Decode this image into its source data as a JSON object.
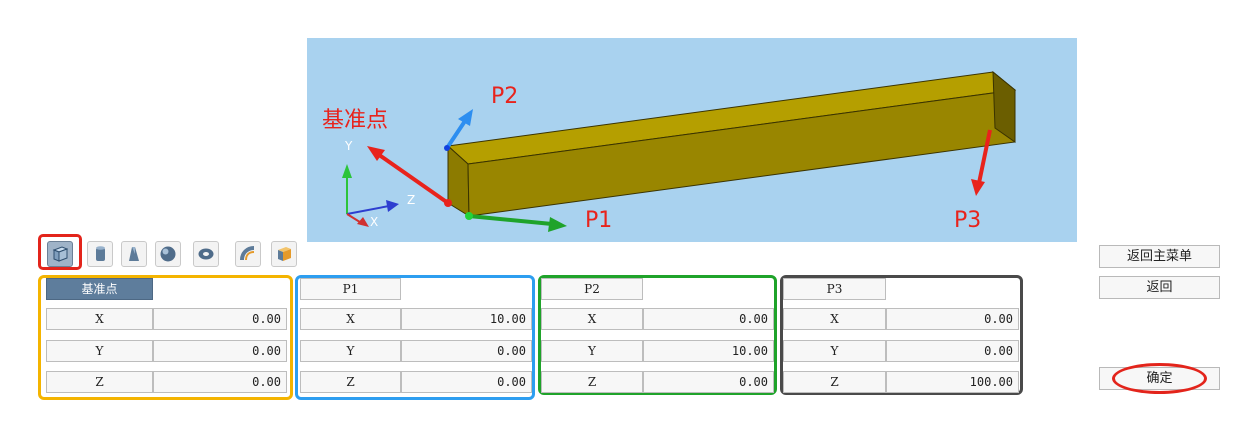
{
  "viewport": {
    "labels": {
      "base_point": "基准点",
      "p1": "P1",
      "p2": "P2",
      "p3": "P3"
    },
    "axes": {
      "x": "X",
      "y": "Y",
      "z": "Z"
    },
    "colors": {
      "background": "#a9d2ef",
      "beam": "#9c8a00",
      "annotation": "#e8231c"
    }
  },
  "toolbar": {
    "icons": [
      "box-icon",
      "cylinder-icon",
      "wedge-icon",
      "sphere-icon",
      "torus-icon",
      "pipe-icon",
      "cube-shaded-icon"
    ],
    "selected_index": 0
  },
  "groups": [
    {
      "header": "基准点",
      "rows": [
        {
          "label": "X",
          "value": "0.00"
        },
        {
          "label": "Y",
          "value": "0.00"
        },
        {
          "label": "Z",
          "value": "0.00"
        }
      ],
      "frame_color": "#f4b400"
    },
    {
      "header": "P1",
      "rows": [
        {
          "label": "X",
          "value": "10.00"
        },
        {
          "label": "Y",
          "value": "0.00"
        },
        {
          "label": "Z",
          "value": "0.00"
        }
      ],
      "frame_color": "#2d9ef0"
    },
    {
      "header": "P2",
      "rows": [
        {
          "label": "X",
          "value": "0.00"
        },
        {
          "label": "Y",
          "value": "10.00"
        },
        {
          "label": "Z",
          "value": "0.00"
        }
      ],
      "frame_color": "#1fa32a"
    },
    {
      "header": "P3",
      "rows": [
        {
          "label": "X",
          "value": "0.00"
        },
        {
          "label": "Y",
          "value": "0.00"
        },
        {
          "label": "Z",
          "value": "100.00"
        }
      ],
      "frame_color": "#4a4a4a"
    }
  ],
  "side_buttons": {
    "main_menu": "返回主菜单",
    "back": "返回",
    "confirm": "确定"
  }
}
